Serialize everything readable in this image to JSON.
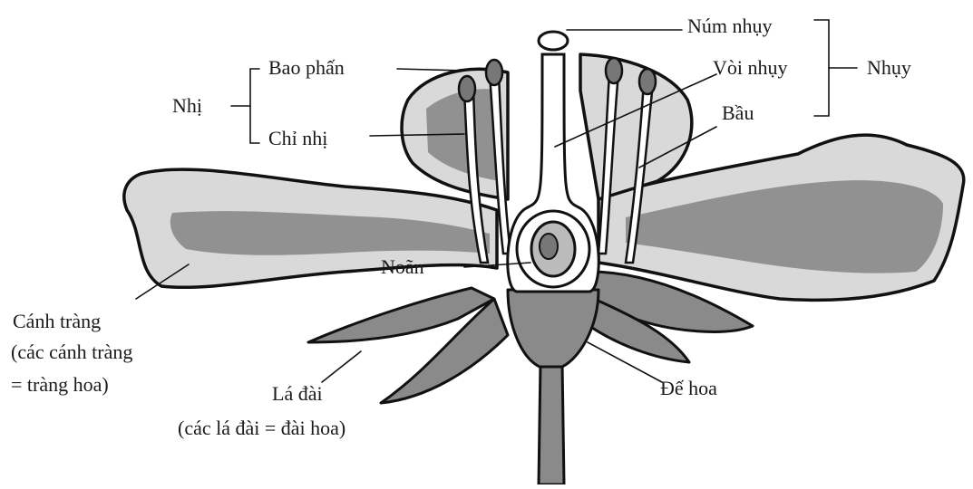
{
  "labels": {
    "stigma": "Núm nhụy",
    "pistil": "Nhụy",
    "style": "Vòi nhụy",
    "ovary": "Bầu",
    "anther": "Bao phấn",
    "stamen": "Nhị",
    "filament": "Chỉ nhị",
    "ovule": "Noãn",
    "petal_line1": "Cánh tràng",
    "petal_line2": "(các cánh tràng",
    "petal_line3": "= tràng hoa)",
    "sepal_line1": "Lá đài",
    "sepal_line2": "(các lá đài = đài hoa)",
    "receptacle": "Đế hoa"
  },
  "colors": {
    "ink": "#111111",
    "petal_fill": "#d9d9d9",
    "sepal_fill": "#8a8a8a",
    "background": "#ffffff"
  }
}
